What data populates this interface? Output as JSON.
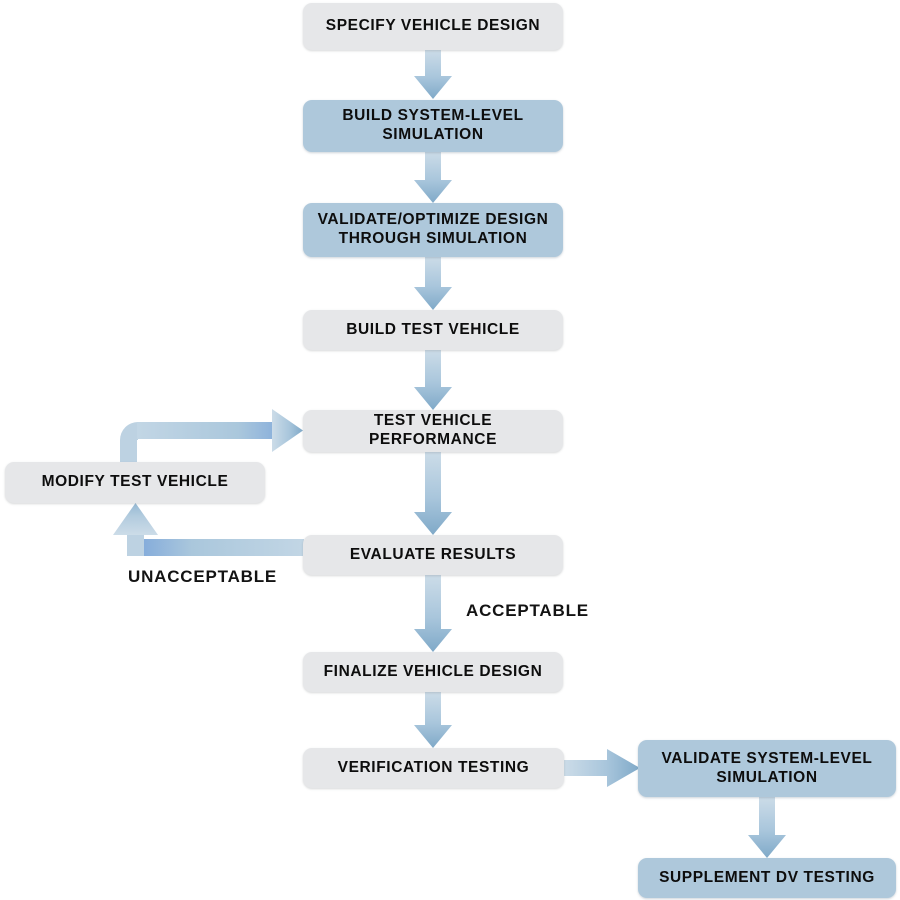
{
  "diagram": {
    "title": "Vehicle design and validation process flowchart",
    "colors": {
      "grey_box": "#e6e7e9",
      "blue_box": "#aec8db",
      "arrow_light": "#c3d6e4",
      "arrow_dark": "#7ba7c7",
      "text": "#0d0d0d",
      "background": "#ffffff"
    },
    "nodes": [
      {
        "id": "specify-vehicle-design",
        "label": "SPECIFY VEHICLE DESIGN",
        "style": "grey"
      },
      {
        "id": "build-system-level-simulation",
        "label": "BUILD SYSTEM-LEVEL SIMULATION",
        "style": "blue"
      },
      {
        "id": "validate-optimize-design",
        "label": "VALIDATE/OPTIMIZE DESIGN THROUGH SIMULATION",
        "style": "blue"
      },
      {
        "id": "build-test-vehicle",
        "label": "BUILD TEST VEHICLE",
        "style": "grey"
      },
      {
        "id": "test-vehicle-performance",
        "label": "TEST VEHICLE PERFORMANCE",
        "style": "grey"
      },
      {
        "id": "modify-test-vehicle",
        "label": "MODIFY TEST VEHICLE",
        "style": "grey"
      },
      {
        "id": "evaluate-results",
        "label": "EVALUATE RESULTS",
        "style": "grey"
      },
      {
        "id": "finalize-vehicle-design",
        "label": "FINALIZE VEHICLE DESIGN",
        "style": "grey"
      },
      {
        "id": "verification-testing",
        "label": "VERIFICATION TESTING",
        "style": "grey"
      },
      {
        "id": "validate-system-level-simulation",
        "label": "VALIDATE SYSTEM-LEVEL SIMULATION",
        "style": "blue"
      },
      {
        "id": "supplement-dv-testing",
        "label": "SUPPLEMENT DV TESTING",
        "style": "blue"
      }
    ],
    "node_lines": {
      "build-system-level-simulation": [
        "BUILD SYSTEM-LEVEL",
        "SIMULATION"
      ],
      "validate-optimize-design": [
        "VALIDATE/OPTIMIZE DESIGN",
        "THROUGH SIMULATION"
      ],
      "validate-system-level-simulation": [
        "VALIDATE SYSTEM-LEVEL",
        "SIMULATION"
      ]
    },
    "edge_labels": [
      {
        "id": "unacceptable",
        "label": "UNACCEPTABLE"
      },
      {
        "id": "acceptable",
        "label": "ACCEPTABLE"
      }
    ],
    "edges": [
      {
        "from": "specify-vehicle-design",
        "to": "build-system-level-simulation",
        "label": ""
      },
      {
        "from": "build-system-level-simulation",
        "to": "validate-optimize-design",
        "label": ""
      },
      {
        "from": "validate-optimize-design",
        "to": "build-test-vehicle",
        "label": ""
      },
      {
        "from": "build-test-vehicle",
        "to": "test-vehicle-performance",
        "label": ""
      },
      {
        "from": "test-vehicle-performance",
        "to": "evaluate-results",
        "label": ""
      },
      {
        "from": "evaluate-results",
        "to": "modify-test-vehicle",
        "label": "UNACCEPTABLE"
      },
      {
        "from": "modify-test-vehicle",
        "to": "test-vehicle-performance",
        "label": ""
      },
      {
        "from": "evaluate-results",
        "to": "finalize-vehicle-design",
        "label": "ACCEPTABLE"
      },
      {
        "from": "finalize-vehicle-design",
        "to": "verification-testing",
        "label": ""
      },
      {
        "from": "verification-testing",
        "to": "validate-system-level-simulation",
        "label": ""
      },
      {
        "from": "validate-system-level-simulation",
        "to": "supplement-dv-testing",
        "label": ""
      }
    ]
  }
}
